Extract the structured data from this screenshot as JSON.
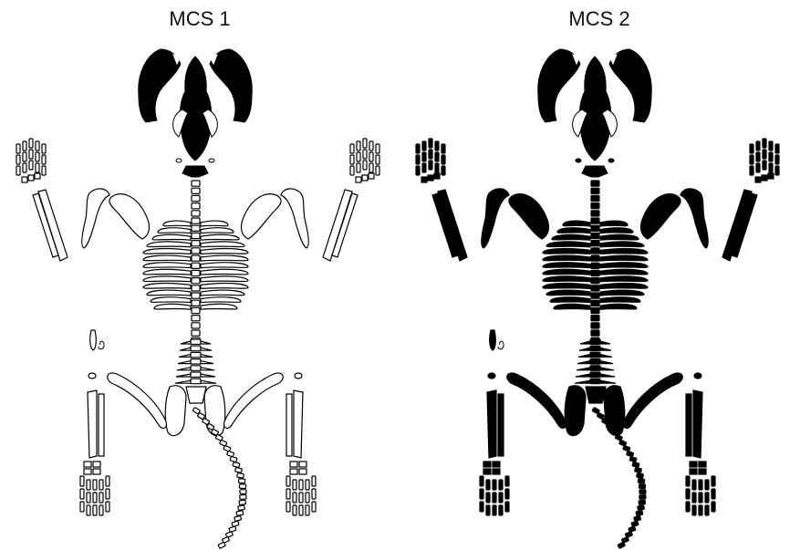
{
  "figure": {
    "panels": [
      {
        "title": "MCS 1",
        "mode": "outline"
      },
      {
        "title": "MCS 2",
        "mode": "filled"
      }
    ],
    "colors": {
      "ink": "#000000",
      "paper": "#ffffff"
    }
  }
}
